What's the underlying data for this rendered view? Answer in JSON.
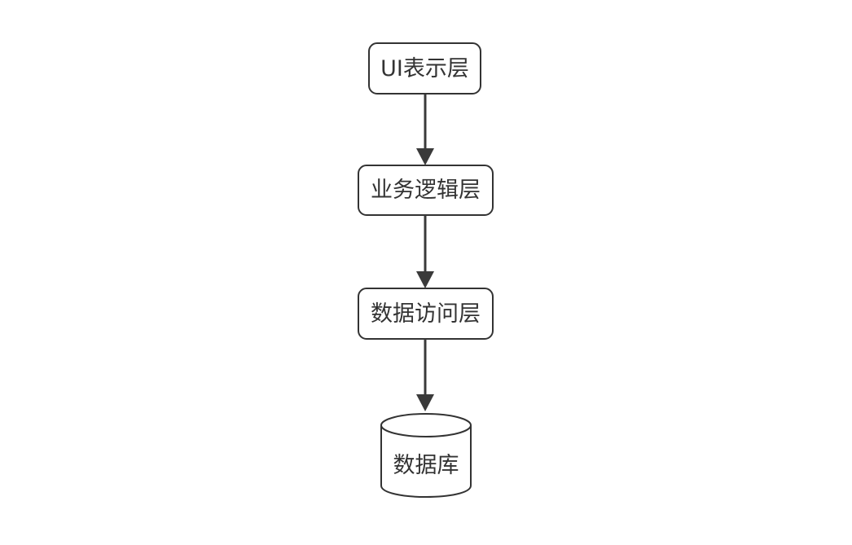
{
  "diagram": {
    "nodes": [
      {
        "id": "ui-layer",
        "label": "UI表示层",
        "shape": "rounded-rectangle"
      },
      {
        "id": "business-logic-layer",
        "label": "业务逻辑层",
        "shape": "rounded-rectangle"
      },
      {
        "id": "data-access-layer",
        "label": "数据访问层",
        "shape": "rounded-rectangle"
      },
      {
        "id": "database",
        "label": "数据库",
        "shape": "cylinder"
      }
    ],
    "edges": [
      {
        "from": "ui-layer",
        "to": "business-logic-layer",
        "style": "solid-arrow-down"
      },
      {
        "from": "business-logic-layer",
        "to": "data-access-layer",
        "style": "solid-arrow-down"
      },
      {
        "from": "data-access-layer",
        "to": "database",
        "style": "solid-arrow-down"
      }
    ],
    "colors": {
      "border": "#333333",
      "text": "#333333",
      "arrow": "#3a3a3a",
      "background": "#ffffff"
    }
  }
}
